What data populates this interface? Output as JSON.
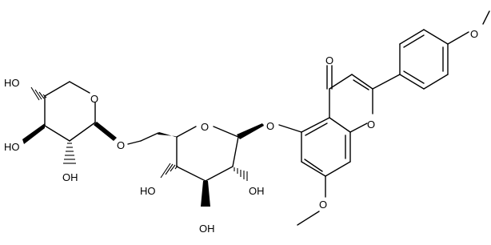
{
  "labels": {
    "ketone_o": "O",
    "chromone_ring_o": "O",
    "methoxy_o_phenyl": "O",
    "methoxy_o_chromone": "O",
    "glycosidic_o_glc": "O",
    "glucose_ring_o": "O",
    "linker_o": "O",
    "xylose_ring_o": "O",
    "xyl_oh_top": "HO",
    "xyl_oh_left": "HO",
    "xyl_oh_bottom": "OH",
    "glc_oh_left": "HO",
    "glc_oh_bottom": "OH",
    "glc_oh_right": "OH"
  }
}
